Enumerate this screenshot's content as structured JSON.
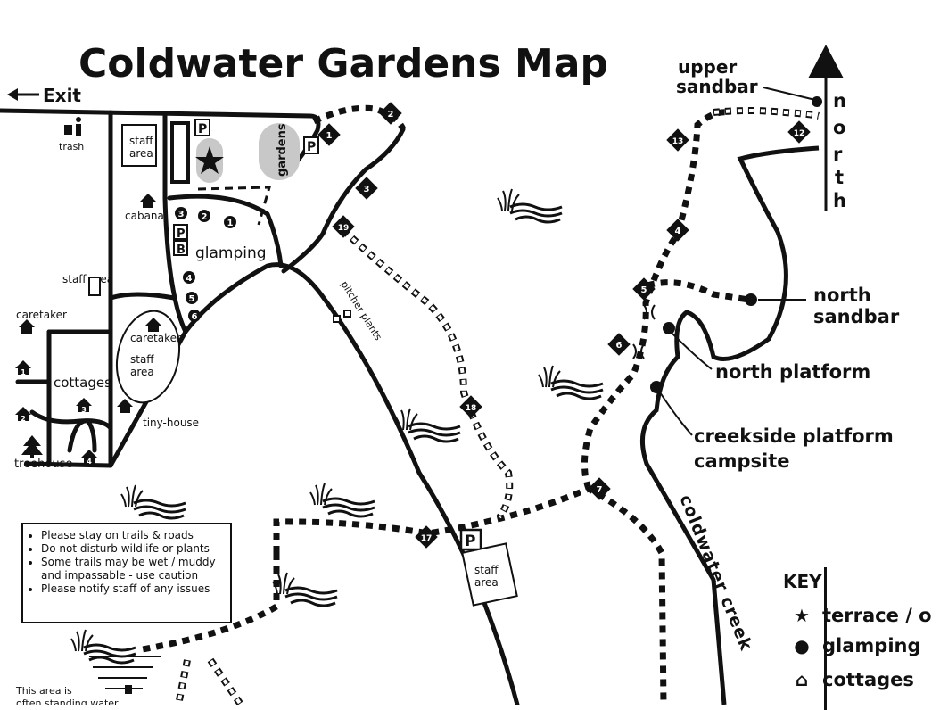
{
  "title": "Coldwater Gardens Map",
  "exit_label": "Exit",
  "north_letters": [
    "n",
    "o",
    "r",
    "t",
    "h"
  ],
  "labels": {
    "trash": "trash",
    "staff_area": "staff area",
    "staff_area_2": "staff area",
    "staff_area_3": "staff area",
    "staff_area_4": "staff area",
    "gardens": "gardens",
    "cabana": "cabana",
    "glamping": "glamping",
    "caretaker": "caretaker",
    "caretaker_2": "caretaker",
    "cottages": "cottages",
    "tiny_house": "tiny-house",
    "treehouse": "treehouse",
    "pitcher_plants": "pitcher plants",
    "upper_sandbar_1": "upper",
    "upper_sandbar_2": "sandbar",
    "north_sandbar_1": "north",
    "north_sandbar_2": "sandbar",
    "north_platform": "north platform",
    "creekside_1": "creekside platform",
    "creekside_2": "campsite",
    "creek": "coldwater creek",
    "wet_area_1": "This area is",
    "wet_area_2": "often standing water"
  },
  "signs": {
    "parking": "P",
    "bathroom": "B"
  },
  "trail_markers": [
    "1",
    "2",
    "3",
    "4",
    "5",
    "6",
    "7",
    "12",
    "13",
    "17",
    "18",
    "19"
  ],
  "glamping_sites": [
    "1",
    "2",
    "3",
    "4",
    "5",
    "6"
  ],
  "cottage_numbers": [
    "1",
    "2",
    "3",
    "4"
  ],
  "rules": [
    "Please stay on trails & roads",
    "Do not disturb wildlife or plants",
    "Some trails may be wet / muddy and impassable - use caution",
    "Please notify staff of any issues"
  ],
  "key": {
    "title": "KEY",
    "items": [
      {
        "symbol": "★",
        "icon": "star-icon",
        "label": "terrace / o"
      },
      {
        "symbol": "●",
        "icon": "dot-icon",
        "label": "glamping"
      },
      {
        "symbol": "⌂",
        "icon": "house-icon",
        "label": "cottages"
      }
    ]
  },
  "colors": {
    "ink": "#111111",
    "gray_fill": "#c8c8c8",
    "paper": "#ffffff"
  }
}
